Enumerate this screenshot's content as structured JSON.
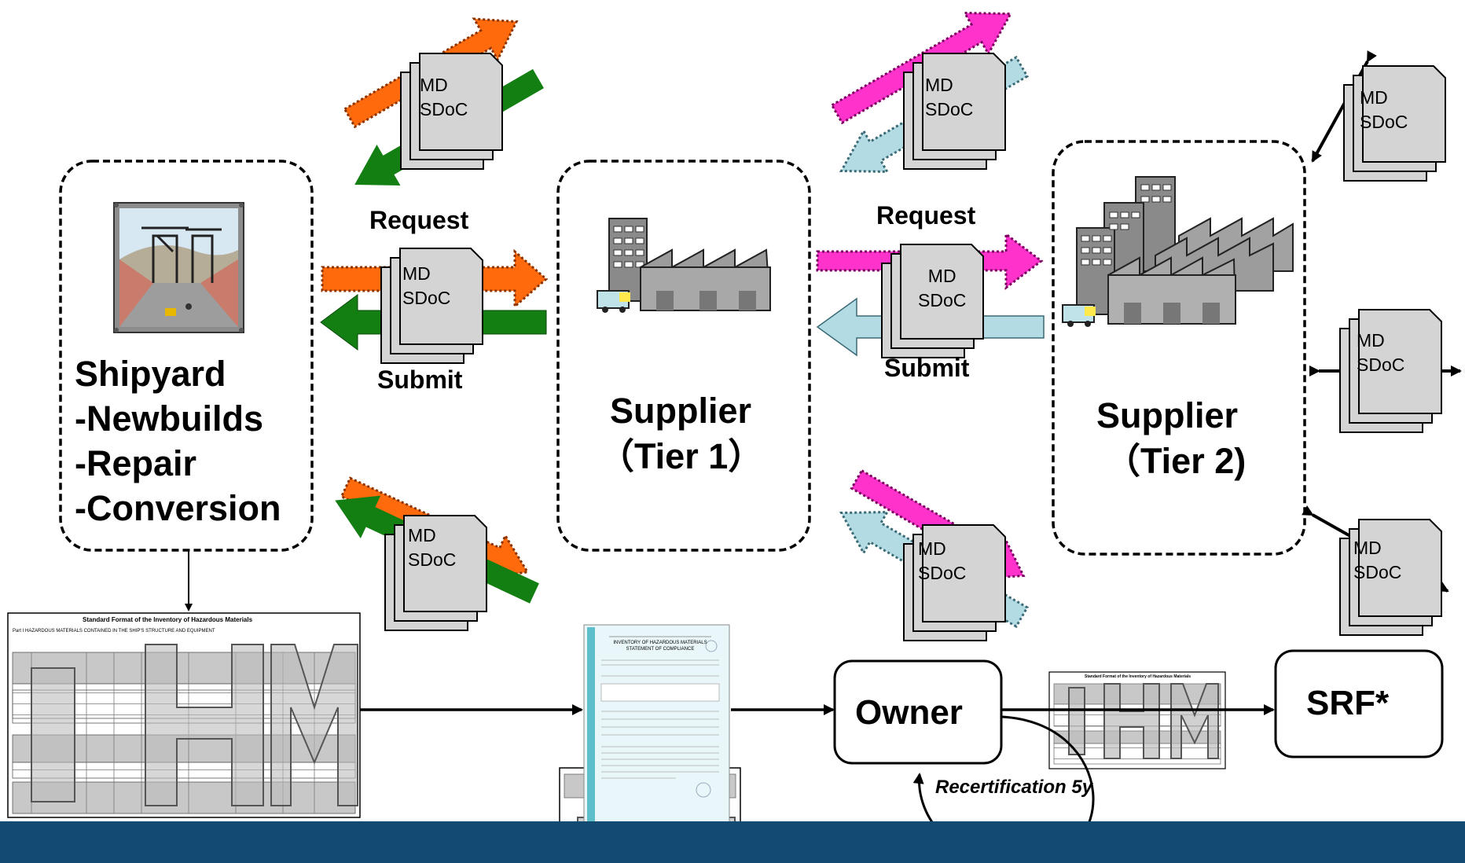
{
  "doc_label": [
    "MD",
    "SDoC"
  ],
  "shipyard": {
    "title": "Shipyard",
    "lines": [
      "-Newbuilds",
      "-Repair",
      "-Conversion"
    ]
  },
  "supplier_tier1": {
    "title": "Supplier",
    "sub": "（Tier 1）"
  },
  "supplier_tier2": {
    "title": "Supplier",
    "sub": "（Tier 2)"
  },
  "flow1": {
    "request": "Request",
    "submit": "Submit"
  },
  "flow2": {
    "request": "Request",
    "submit": "Submit"
  },
  "owner": "Owner",
  "srf": "SRF*",
  "recertification": "Recertification 5y",
  "ihm_doc": {
    "title": "Standard Format of the Inventory of Hazardous Materials",
    "part": "Part I HAZARDOUS MATERIALS CONTAINED IN THE SHIP'S STRUCTURE AND EQUIPMENT",
    "watermark": "IHM"
  },
  "soc_doc": {
    "title": "INVENTORY OF HAZARDOUS MATERIALS STATEMENT OF COMPLIANCE"
  },
  "colors": {
    "orange": "#ff6a0d",
    "green": "#137f13",
    "magenta": "#ff33cc",
    "lightblue": "#b3dbe4",
    "footer": "#114a72"
  }
}
